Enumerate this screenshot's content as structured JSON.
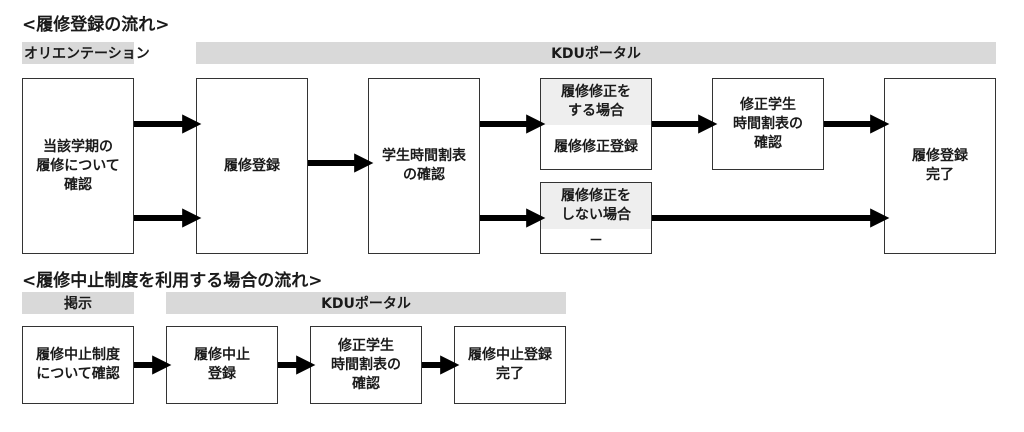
{
  "section1": {
    "title": "<履修登録の流れ>",
    "band_orientation": "オリエンテーション",
    "band_kdu": "KDUポータル",
    "box_check": "当該学期の\n履修について\n確認",
    "box_register": "履修登録",
    "box_timetable": "学生時間割表\nの確認",
    "box_modify": {
      "header": "履修修正を\nする場合",
      "body": "履修修正登録"
    },
    "box_no_modify": {
      "header": "履修修正を\nしない場合",
      "body": "－"
    },
    "box_modified_timetable": "修正学生\n時間割表の\n確認",
    "box_complete": "履修登録\n完了"
  },
  "section2": {
    "title": "<履修中止制度を利用する場合の流れ>",
    "band_notice": "掲示",
    "band_kdu": "KDUポータル",
    "box_check": "履修中止制度\nについて確認",
    "box_register": "履修中止\n登録",
    "box_timetable": "修正学生\n時間割表の\n確認",
    "box_complete": "履修中止登録\n完了"
  }
}
